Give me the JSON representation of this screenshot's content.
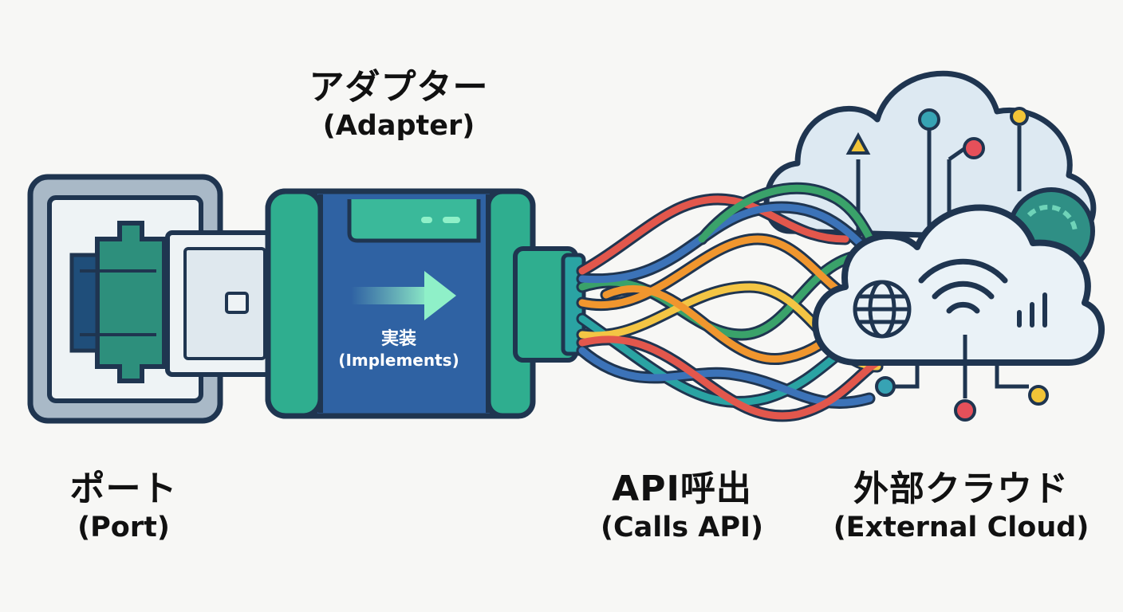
{
  "labels": {
    "adapter": {
      "jp": "アダプター",
      "en": "(Adapter)"
    },
    "implements": {
      "jp": "実装",
      "en": "(Implements)"
    },
    "port": {
      "jp": "ポート",
      "en": "(Port)"
    },
    "calls_api": {
      "jp": "API呼出",
      "en": "(Calls API)"
    },
    "external_cloud": {
      "jp": "外部クラウド",
      "en": "(External Cloud)"
    }
  },
  "icons": {
    "port": "ethernet-port-icon",
    "adapter": "usb-adapter-icon",
    "arrow": "arrow-right-icon",
    "cables": "tangled-cables",
    "cloud_back": "cloud-network-icon",
    "cloud_front": "cloud-icon",
    "globe": "globe-icon",
    "wifi": "wifi-icon",
    "bars": "signal-bars-icon"
  },
  "colors": {
    "outline": "#1f3550",
    "adapter_blue": "#2f62a3",
    "adapter_teal": "#2fae8f",
    "port_frame": "#a9b9c7",
    "cloud_fill": "#dde9f2",
    "cable_red": "#e2574c",
    "cable_orange": "#f0962e",
    "cable_yellow": "#f3c544",
    "cable_green": "#3aa26a",
    "cable_teal": "#2aa3a3",
    "cable_blue": "#3c73b8",
    "dot_red": "#e5505a",
    "dot_yellow": "#f2c437",
    "dot_teal": "#37a3b4"
  }
}
